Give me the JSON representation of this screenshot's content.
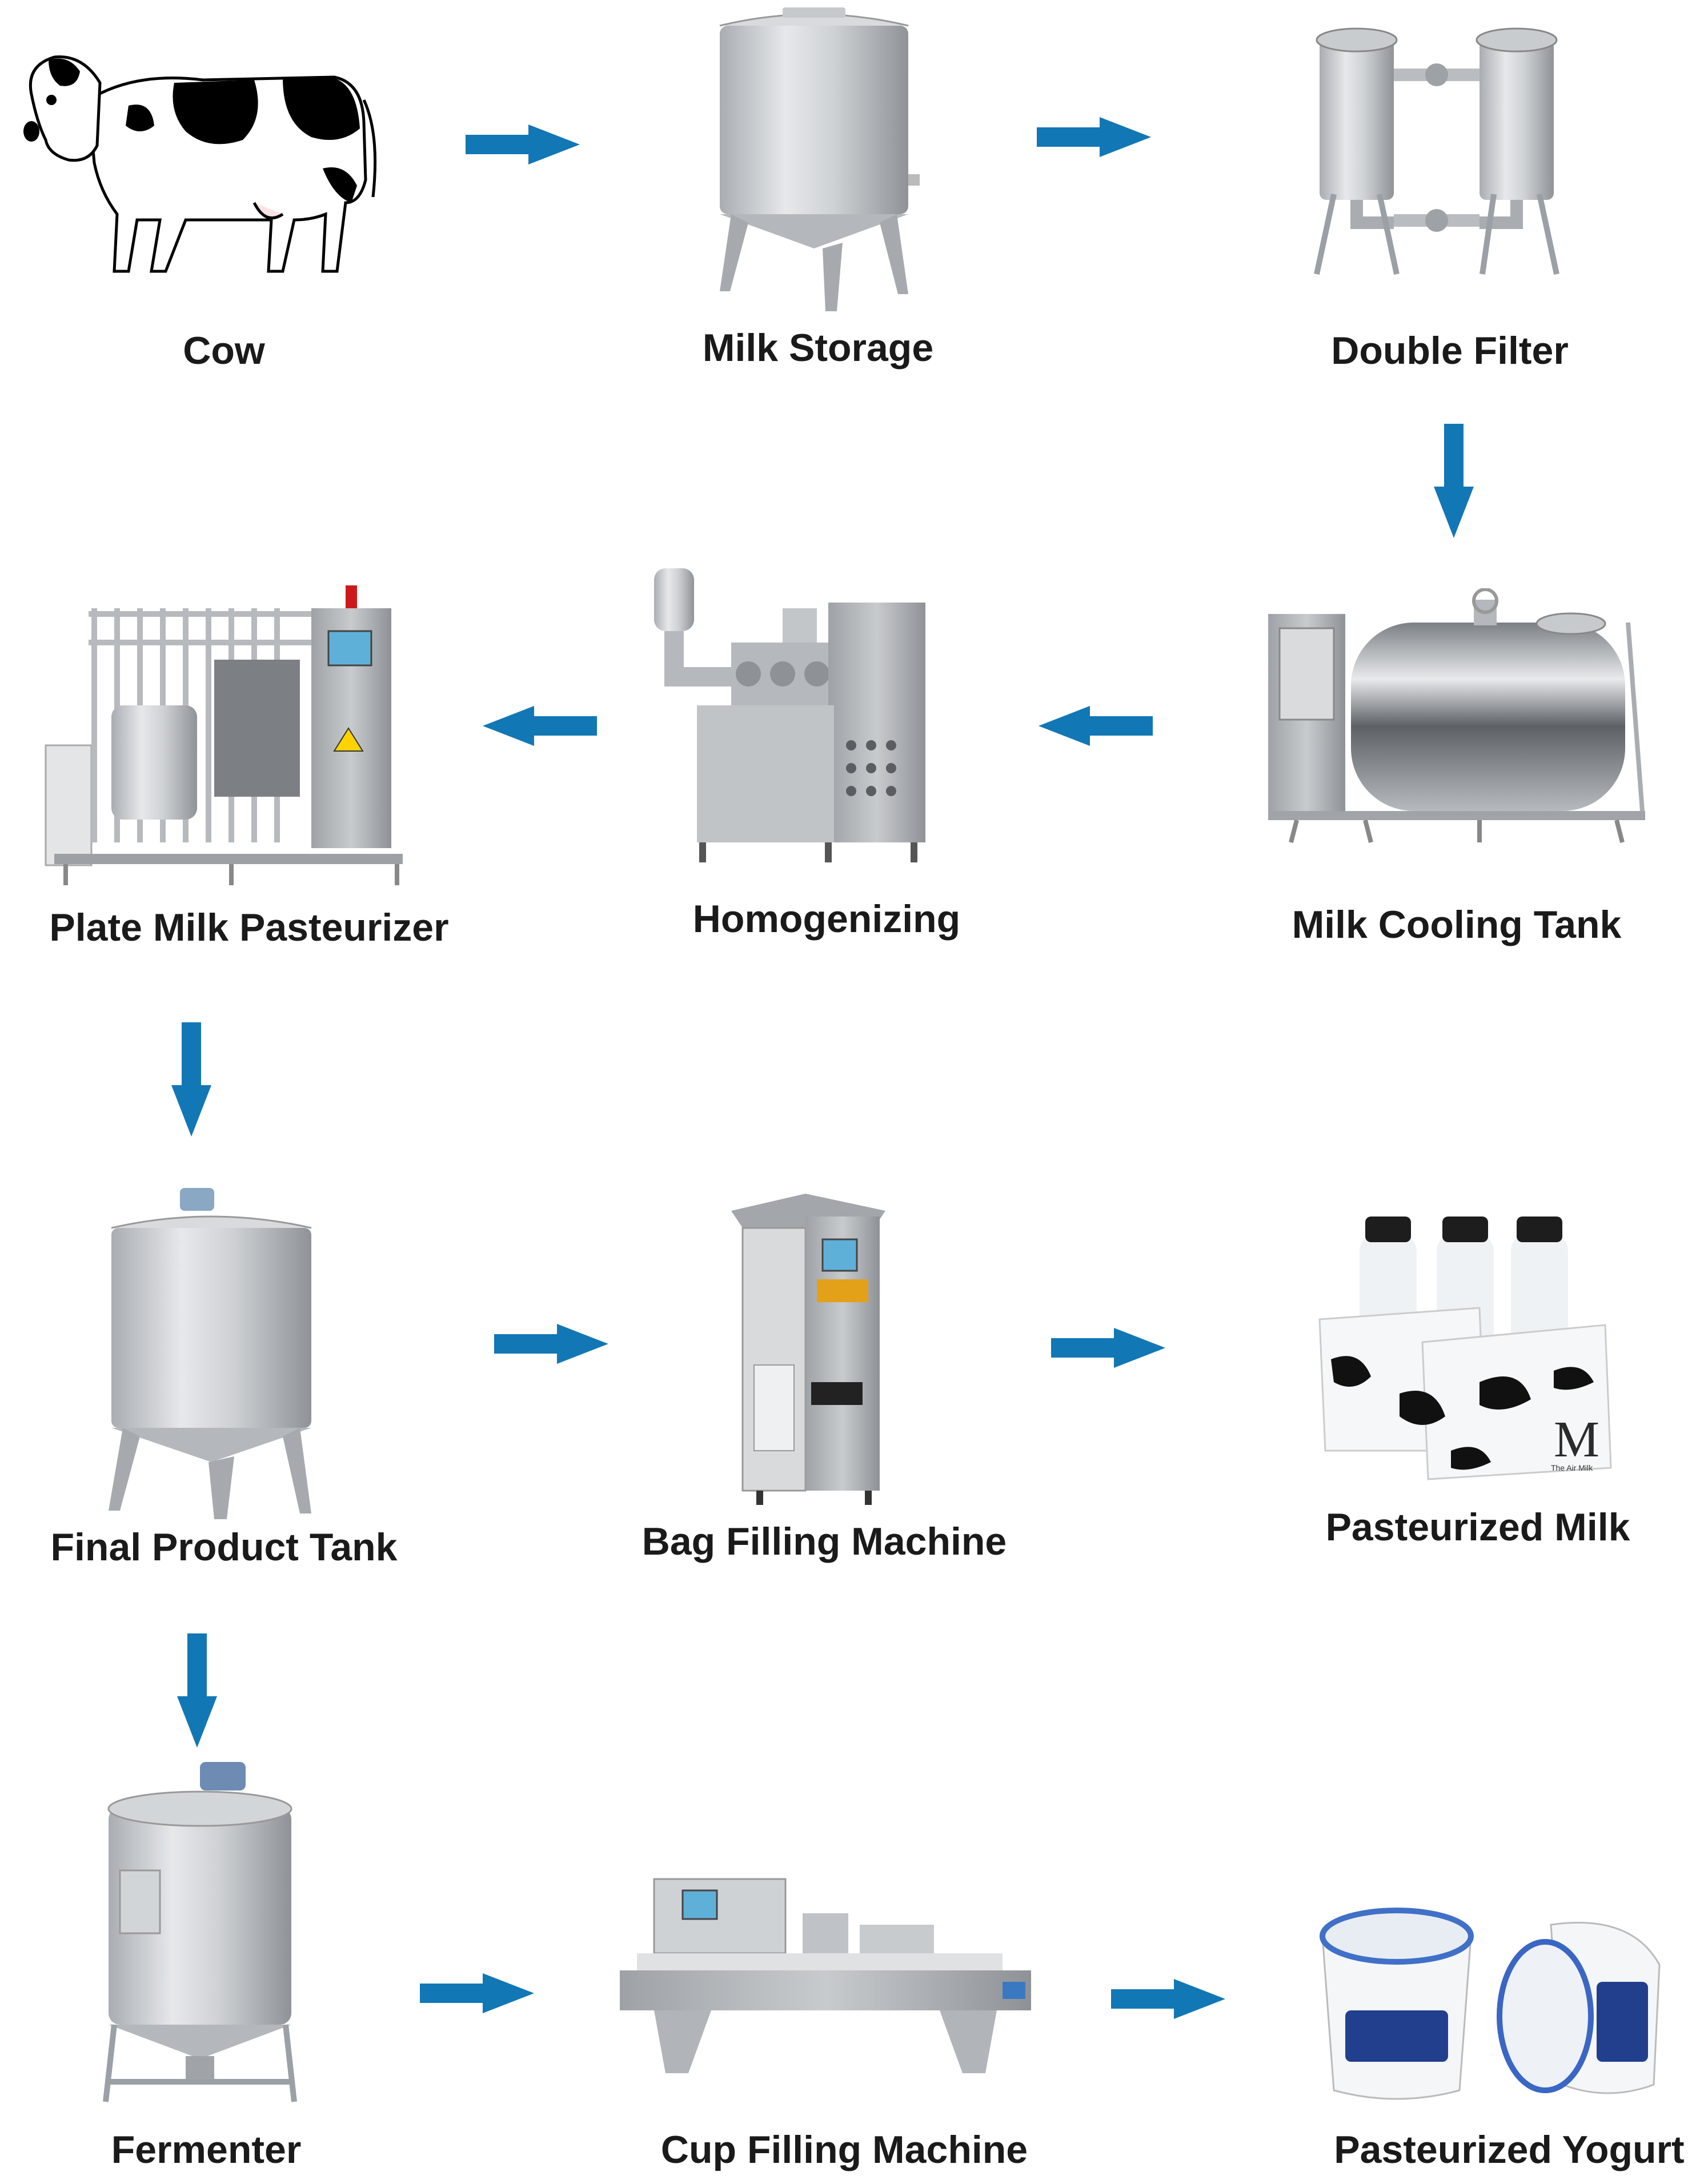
{
  "steps": {
    "cow": "Cow",
    "milk_storage": "Milk Storage",
    "double_filter": "Double Filter",
    "milk_cooling_tank": "Milk Cooling Tank",
    "homogenizing": "Homogenizing",
    "plate_pasteurizer": "Plate Milk Pasteurizer",
    "final_product_tank": "Final Product Tank",
    "bag_filling_machine": "Bag Filling Machine",
    "pasteurized_milk": "Pasteurized Milk",
    "fermenter": "Fermenter",
    "cup_filling_machine": "Cup Filling Machine",
    "pasteurized_yogurt": "Pasteurized Yogurt"
  },
  "product_marks": {
    "milk_brand": "M",
    "milk_brand_small": "The Air Milk"
  },
  "colors": {
    "arrow": "#1277b5",
    "steel": "#c9ccd0",
    "label": "#1a1a1a"
  },
  "icons": [
    "cow-illustration",
    "tank-icon",
    "filter-icon",
    "cooling-tank-icon",
    "homogenizer-icon",
    "pasteurizer-icon",
    "bag-filler-icon",
    "milk-bags-icon",
    "fermenter-icon",
    "cup-filler-icon",
    "yogurt-cups-icon",
    "arrow-right-icon",
    "arrow-left-icon",
    "arrow-down-icon"
  ]
}
